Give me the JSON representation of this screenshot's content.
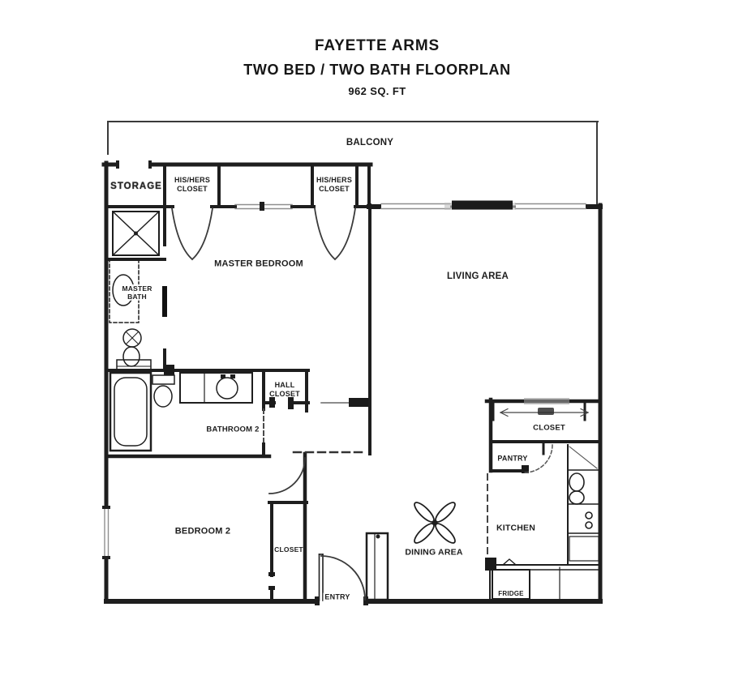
{
  "title": {
    "name": "FAYETTE ARMS",
    "subtitle": "TWO BED / TWO BATH FLOORPLAN",
    "area": "962 SQ. FT"
  },
  "labels": {
    "balcony": "BALCONY",
    "storage": "STORAGE",
    "his_hers_closet_1": "HIS/HERS\nCLOSET",
    "his_hers_closet_2": "HIS/HERS\nCLOSET",
    "master_bedroom": "MASTER BEDROOM",
    "master_bath": "MASTER\nBATH",
    "living_area": "LIVING AREA",
    "bathroom_2": "BATHROOM 2",
    "hall_closet": "HALL\nCLOSET",
    "living_closet": "CLOSET",
    "pantry": "PANTRY",
    "kitchen": "KITCHEN",
    "fridge": "FRIDGE",
    "dining_area": "DINING AREA",
    "bedroom_2": "BEDROOM 2",
    "bedroom_2_closet": "CLOSET",
    "entry": "ENTRY"
  },
  "colors": {
    "ink": "#1e1e1e",
    "paper": "#ffffff",
    "window_gray": "#8f8f8f",
    "door_arc": "#3a3a3a"
  }
}
